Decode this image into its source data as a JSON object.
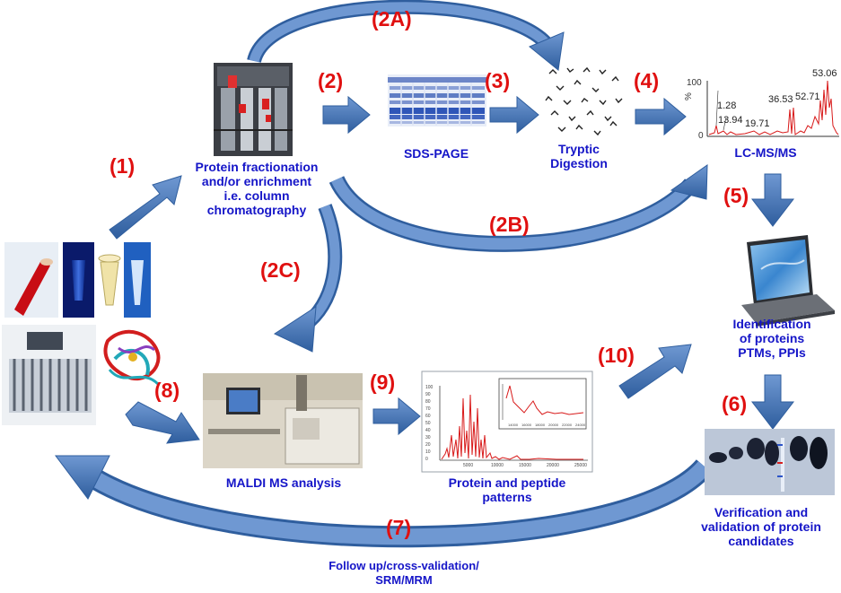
{
  "steps": {
    "s1": "(1)",
    "s2": "(2)",
    "s2a": "(2A)",
    "s2b": "(2B)",
    "s2c": "(2C)",
    "s3": "(3)",
    "s4": "(4)",
    "s5": "(5)",
    "s6": "(6)",
    "s7": "(7)",
    "s8": "(8)",
    "s9": "(9)",
    "s10": "(10)"
  },
  "labels": {
    "fractionation": [
      "Protein fractionation",
      "and/or enrichment",
      "i.e. column",
      "chromatography"
    ],
    "sds_page": "SDS-PAGE",
    "tryptic": [
      "Tryptic",
      "Digestion"
    ],
    "lcmsms": "LC-MS/MS",
    "identification": [
      "Identification",
      "of proteins",
      "PTMs, PPIs"
    ],
    "verification": [
      "Verification and",
      "validation of protein",
      "candidates"
    ],
    "maldi": "MALDI MS analysis",
    "patterns": [
      "Protein and peptide",
      "patterns"
    ],
    "followup": [
      "Follow up/cross-validation/",
      "SRM/MRM"
    ]
  },
  "lc_ms_spectrum": {
    "y_axis_label": "%",
    "y_ticks": [
      "100",
      "0"
    ],
    "peak_labels": [
      "1.28",
      "13.94",
      "19.71",
      "36.53",
      "52.71",
      "53.06"
    ]
  },
  "maldi_spectrum": {
    "y_ticks": [
      "100",
      "90",
      "80",
      "70",
      "60",
      "50",
      "40",
      "30",
      "20",
      "10",
      "0"
    ],
    "x_ticks": [
      "5000",
      "10000",
      "15000",
      "20000",
      "25000"
    ],
    "inset_x_ticks": [
      "14000",
      "16000",
      "18000",
      "20000",
      "22000",
      "24000"
    ]
  },
  "colors": {
    "arrow": "#3f6fb0",
    "label_blue": "#1515c8",
    "step_red": "#e01010",
    "spectrum_red": "#d81a1a",
    "gel_blue": "#2f56b8"
  }
}
